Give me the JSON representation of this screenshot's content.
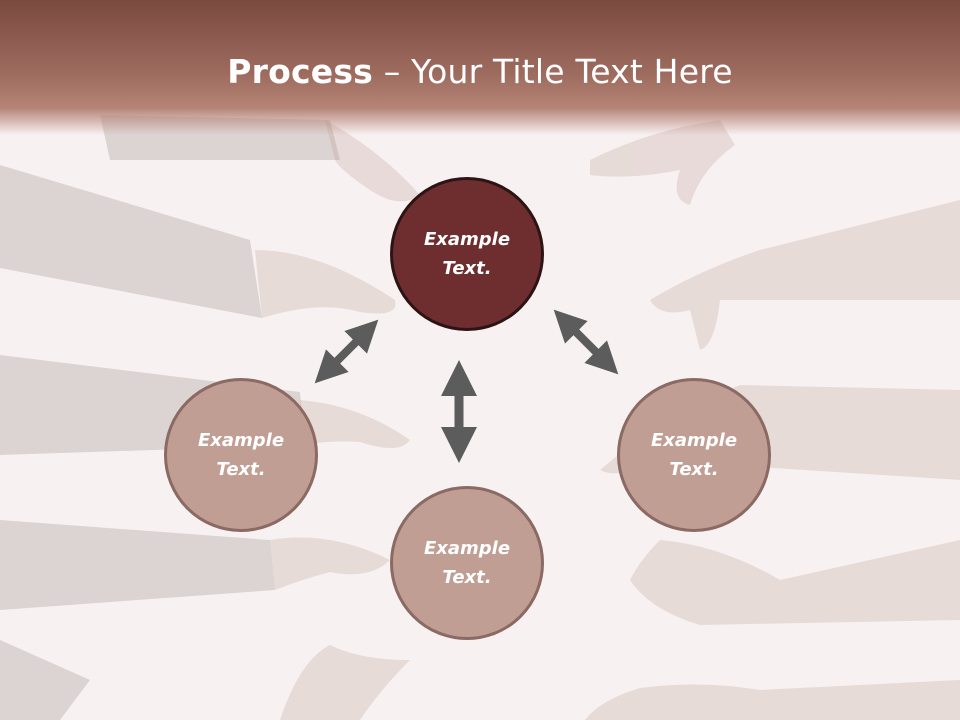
{
  "header": {
    "title_bold": "Process",
    "title_rest": " – Your Title Text Here"
  },
  "diagram": {
    "center": {
      "label": "Example\nText."
    },
    "left": {
      "label": "Example\nText."
    },
    "right": {
      "label": "Example\nText."
    },
    "bottom": {
      "label": "Example\nText."
    }
  },
  "colors": {
    "header": "#9e6b5f",
    "center_fill": "#6e2e2f",
    "node_fill": "#c19e93",
    "arrow": "#5c5c5c"
  }
}
